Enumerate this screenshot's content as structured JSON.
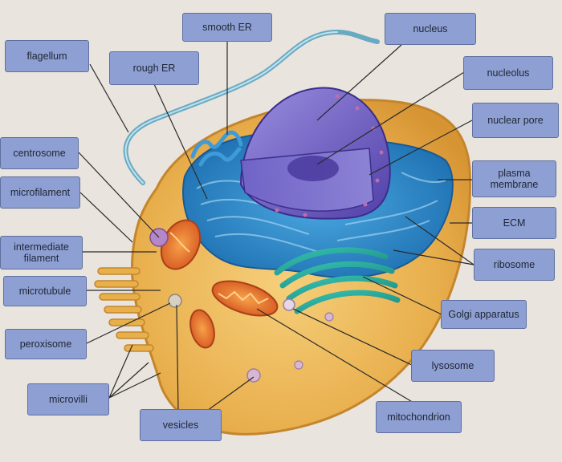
{
  "labels": {
    "smooth_er": "smooth ER",
    "nucleus": "nucleus",
    "flagellum": "flagellum",
    "rough_er": "rough ER",
    "nucleolus": "nucleolus",
    "nuclear_pore": "nuclear pore",
    "centrosome": "centrosome",
    "plasma_membrane": "plasma\nmembrane",
    "microfilament": "microfilament",
    "ecm": "ECM",
    "intermediate_filament": "intermediate\nfilament",
    "ribosome": "ribosome",
    "microtubule": "microtubule",
    "golgi": "Golgi apparatus",
    "peroxisome": "peroxisome",
    "lysosome": "lysosome",
    "microvilli": "microvilli",
    "mitochondrion": "mitochondrion",
    "vesicles": "vesicles"
  },
  "colors": {
    "label_fill": "#8e9fd3",
    "label_border": "#5f6f9e",
    "leader_line": "#2a2a2a",
    "cytoplasm": "#e8b04a",
    "er": "#2f8fd0",
    "nucleus": "#7a6ac8",
    "golgi": "#2aa59a",
    "mitochondrion": "#e06a2a"
  }
}
